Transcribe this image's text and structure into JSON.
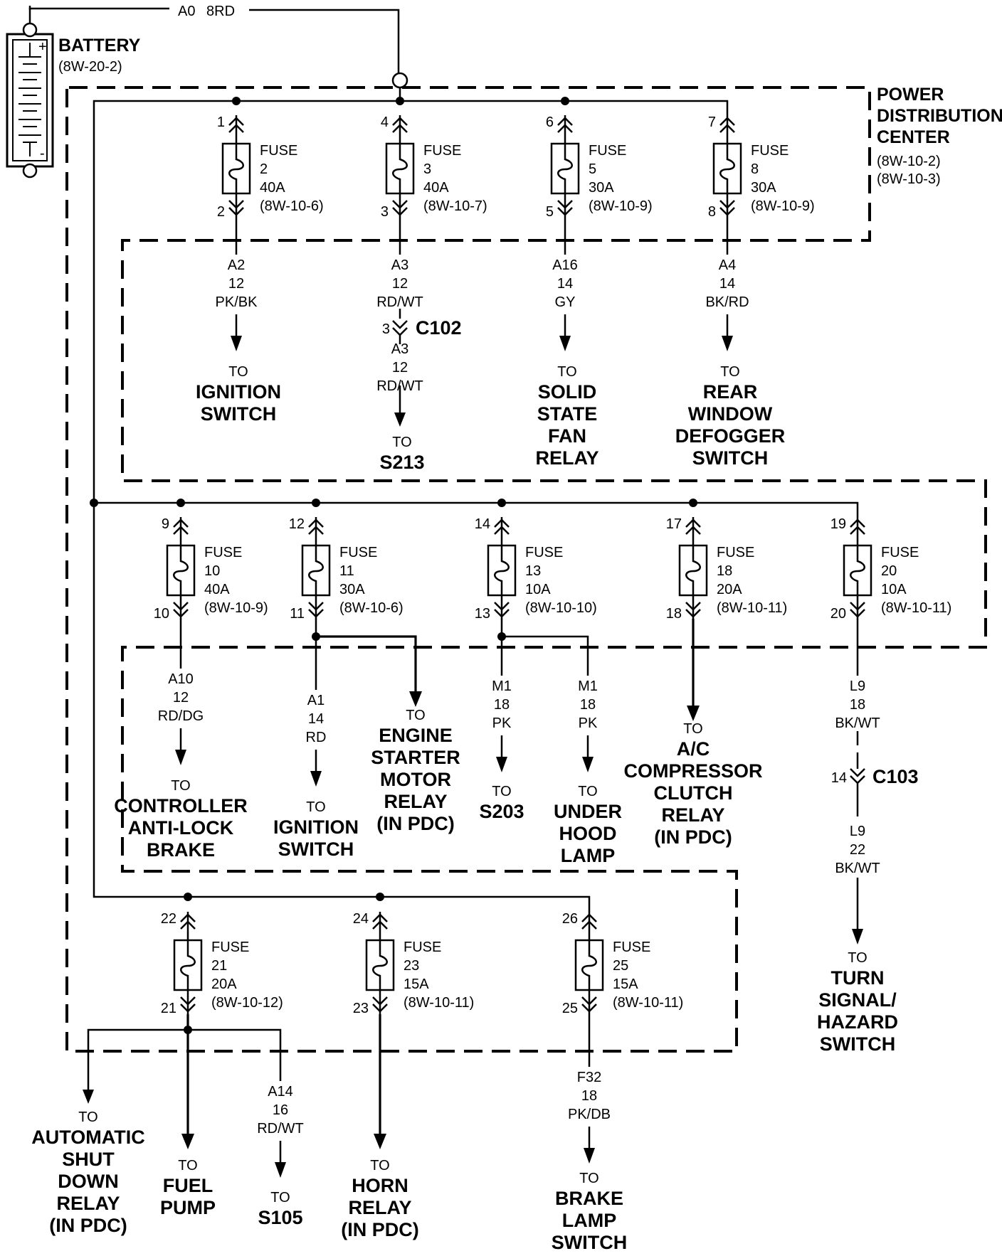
{
  "battery": {
    "name": "BATTERY",
    "ref": "(8W-20-2)",
    "plus": "+",
    "minus": "-",
    "feed_wire": "A0",
    "feed_size_color": "8RD"
  },
  "pdc": {
    "title_lines": [
      "POWER",
      "DISTRIBUTION",
      "CENTER"
    ],
    "refs": [
      "(8W-10-2)",
      "(8W-10-3)"
    ]
  },
  "fuses": [
    {
      "id": "f2",
      "label": "FUSE",
      "number": "2",
      "rating": "40A",
      "ref": "(8W-10-6)",
      "pin_in": "1",
      "pin_out": "2"
    },
    {
      "id": "f3",
      "label": "FUSE",
      "number": "3",
      "rating": "40A",
      "ref": "(8W-10-7)",
      "pin_in": "4",
      "pin_out": "3"
    },
    {
      "id": "f5",
      "label": "FUSE",
      "number": "5",
      "rating": "30A",
      "ref": "(8W-10-9)",
      "pin_in": "6",
      "pin_out": "5"
    },
    {
      "id": "f8",
      "label": "FUSE",
      "number": "8",
      "rating": "30A",
      "ref": "(8W-10-9)",
      "pin_in": "7",
      "pin_out": "8"
    },
    {
      "id": "f10",
      "label": "FUSE",
      "number": "10",
      "rating": "40A",
      "ref": "(8W-10-9)",
      "pin_in": "9",
      "pin_out": "10"
    },
    {
      "id": "f11",
      "label": "FUSE",
      "number": "11",
      "rating": "30A",
      "ref": "(8W-10-6)",
      "pin_in": "12",
      "pin_out": "11"
    },
    {
      "id": "f13",
      "label": "FUSE",
      "number": "13",
      "rating": "10A",
      "ref": "(8W-10-10)",
      "pin_in": "14",
      "pin_out": "13"
    },
    {
      "id": "f18",
      "label": "FUSE",
      "number": "18",
      "rating": "20A",
      "ref": "(8W-10-11)",
      "pin_in": "17",
      "pin_out": "18"
    },
    {
      "id": "f20",
      "label": "FUSE",
      "number": "20",
      "rating": "10A",
      "ref": "(8W-10-11)",
      "pin_in": "19",
      "pin_out": "20"
    },
    {
      "id": "f21",
      "label": "FUSE",
      "number": "21",
      "rating": "20A",
      "ref": "(8W-10-12)",
      "pin_in": "22",
      "pin_out": "21"
    },
    {
      "id": "f23",
      "label": "FUSE",
      "number": "23",
      "rating": "15A",
      "ref": "(8W-10-11)",
      "pin_in": "24",
      "pin_out": "23"
    },
    {
      "id": "f25",
      "label": "FUSE",
      "number": "25",
      "rating": "15A",
      "ref": "(8W-10-11)",
      "pin_in": "26",
      "pin_out": "25"
    }
  ],
  "wires": [
    {
      "id": "a2",
      "lines": [
        "A2",
        "12",
        "PK/BK"
      ]
    },
    {
      "id": "a3a",
      "lines": [
        "A3",
        "12",
        "RD/WT"
      ]
    },
    {
      "id": "a3b",
      "lines": [
        "A3",
        "12",
        "RD/WT"
      ]
    },
    {
      "id": "a16",
      "lines": [
        "A16",
        "14",
        "GY"
      ]
    },
    {
      "id": "a4",
      "lines": [
        "A4",
        "14",
        "BK/RD"
      ]
    },
    {
      "id": "a10",
      "lines": [
        "A10",
        "12",
        "RD/DG"
      ]
    },
    {
      "id": "a1",
      "lines": [
        "A1",
        "14",
        "RD"
      ]
    },
    {
      "id": "m1a",
      "lines": [
        "M1",
        "18",
        "PK"
      ]
    },
    {
      "id": "m1b",
      "lines": [
        "M1",
        "18",
        "PK"
      ]
    },
    {
      "id": "l9a",
      "lines": [
        "L9",
        "18",
        "BK/WT"
      ]
    },
    {
      "id": "l9b",
      "lines": [
        "L9",
        "22",
        "BK/WT"
      ]
    },
    {
      "id": "a14",
      "lines": [
        "A14",
        "16",
        "RD/WT"
      ]
    },
    {
      "id": "f32",
      "lines": [
        "F32",
        "18",
        "PK/DB"
      ]
    }
  ],
  "connectors": [
    {
      "id": "c102",
      "pin": "3",
      "name": "C102"
    },
    {
      "id": "c103",
      "pin": "14",
      "name": "C103"
    }
  ],
  "destinations": [
    {
      "id": "ign1",
      "to": "TO",
      "lines": [
        "IGNITION",
        "SWITCH"
      ]
    },
    {
      "id": "s213",
      "to": "TO",
      "lines": [
        "S213"
      ]
    },
    {
      "id": "fan",
      "to": "TO",
      "lines": [
        "SOLID",
        "STATE",
        "FAN",
        "RELAY"
      ]
    },
    {
      "id": "defog",
      "to": "TO",
      "lines": [
        "REAR",
        "WINDOW",
        "DEFOGGER",
        "SWITCH"
      ]
    },
    {
      "id": "cab",
      "to": "TO",
      "lines": [
        "CONTROLLER",
        "ANTI-LOCK",
        "BRAKE"
      ]
    },
    {
      "id": "ign2",
      "to": "TO",
      "lines": [
        "IGNITION",
        "SWITCH"
      ]
    },
    {
      "id": "starter",
      "to": "TO",
      "lines": [
        "ENGINE",
        "STARTER",
        "MOTOR",
        "RELAY",
        "(IN PDC)"
      ]
    },
    {
      "id": "s203",
      "to": "TO",
      "lines": [
        "S203"
      ]
    },
    {
      "id": "hood",
      "to": "TO",
      "lines": [
        "UNDER",
        "HOOD",
        "LAMP"
      ]
    },
    {
      "id": "ac",
      "to": "TO",
      "lines": [
        "A/C",
        "COMPRESSOR",
        "CLUTCH",
        "RELAY",
        "(IN PDC)"
      ]
    },
    {
      "id": "turn",
      "to": "TO",
      "lines": [
        "TURN",
        "SIGNAL/",
        "HAZARD",
        "SWITCH"
      ]
    },
    {
      "id": "asd",
      "to": "TO",
      "lines": [
        "AUTOMATIC",
        "SHUT",
        "DOWN",
        "RELAY",
        "(IN PDC)"
      ]
    },
    {
      "id": "fuel",
      "to": "TO",
      "lines": [
        "FUEL",
        "PUMP"
      ]
    },
    {
      "id": "s105",
      "to": "TO",
      "lines": [
        "S105"
      ]
    },
    {
      "id": "horn",
      "to": "TO",
      "lines": [
        "HORN",
        "RELAY",
        "(IN PDC)"
      ]
    },
    {
      "id": "brake",
      "to": "TO",
      "lines": [
        "BRAKE",
        "LAMP",
        "SWITCH"
      ]
    }
  ]
}
